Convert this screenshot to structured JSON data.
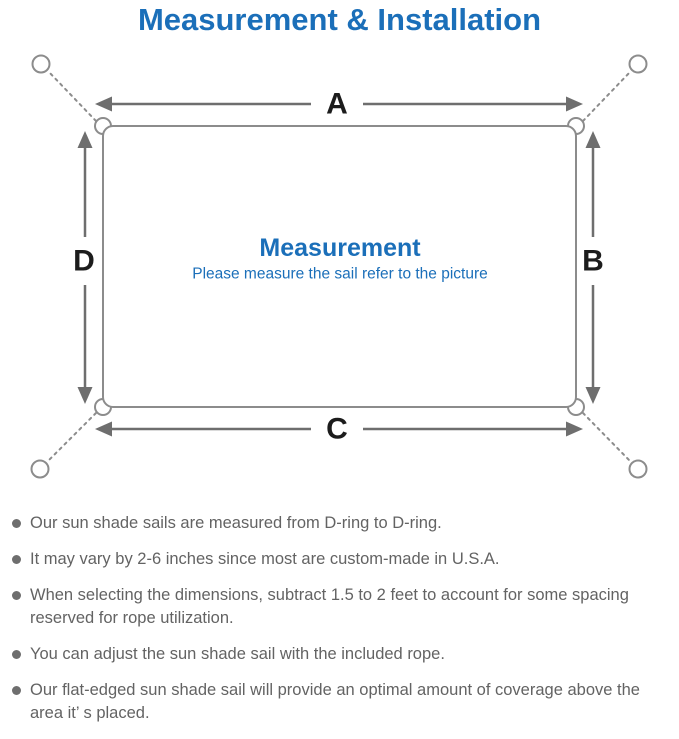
{
  "page": {
    "title": "Measurement & Installation"
  },
  "diagram": {
    "center_title": "Measurement",
    "center_subtitle": "Please measure the sail refer to the picture",
    "labels": {
      "top": "A",
      "right": "B",
      "bottom": "C",
      "left": "D"
    },
    "colors": {
      "accent_blue": "#1b6fb9",
      "line_gray": "#8c8c8c",
      "arrow_gray": "#6e6e6e",
      "label_black": "#1c1c1c",
      "note_text_gray": "#636363"
    },
    "icons": [
      "anchor-ring-icon",
      "d-ring-corner-icon",
      "dashed-rope-line",
      "dimension-arrow"
    ]
  },
  "notes": {
    "items": [
      "Our sun shade sails are measured from D-ring to D-ring.",
      "It may vary by 2-6 inches since most are custom-made in U.S.A.",
      "When selecting the dimensions, subtract 1.5 to 2 feet to account for some spacing reserved for rope utilization.",
      "You can adjust the sun shade sail with the included rope.",
      "Our flat-edged sun shade sail will provide an optimal amount of coverage above the area it’ s placed."
    ]
  }
}
